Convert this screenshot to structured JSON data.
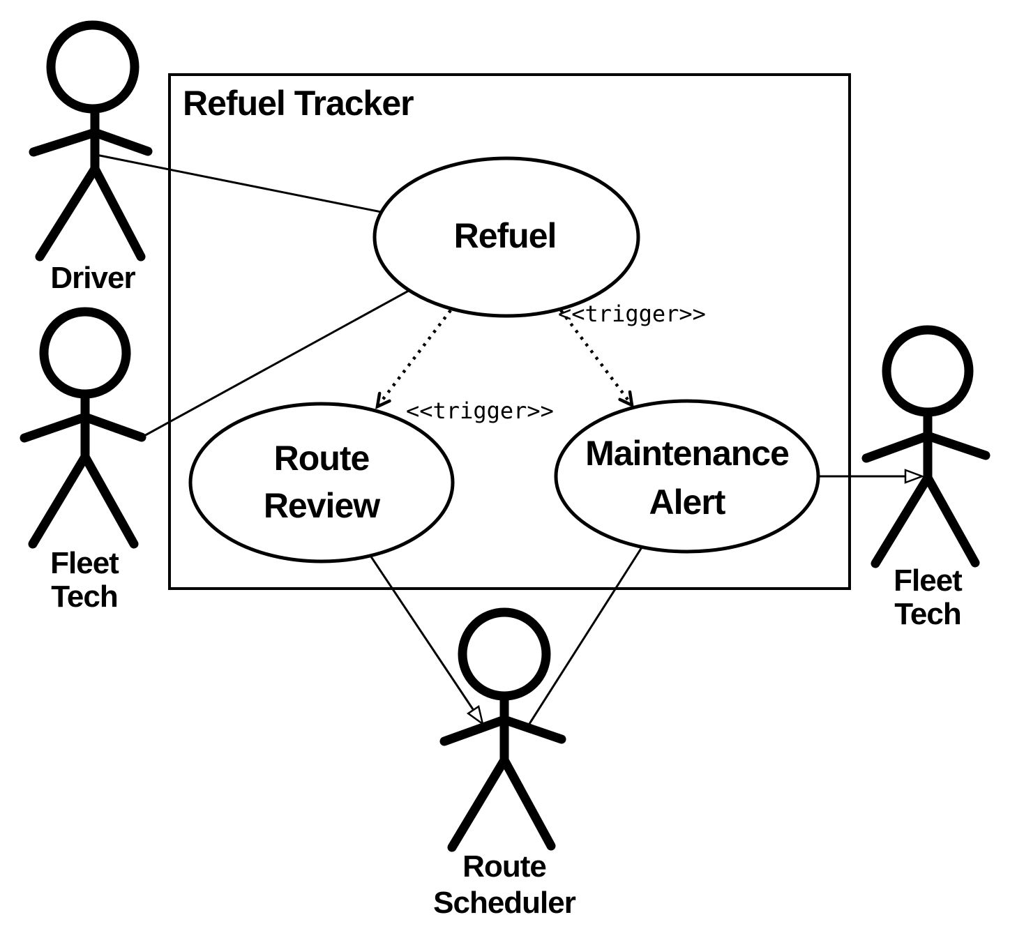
{
  "system": {
    "label": "Refuel Tracker"
  },
  "use_cases": {
    "refuel": {
      "label": "Refuel"
    },
    "route_review": {
      "line1": "Route",
      "line2": "Review"
    },
    "maintenance_alert": {
      "line1": "Maintenance",
      "line2": "Alert"
    }
  },
  "actors": {
    "driver": {
      "label": "Driver"
    },
    "fleet_tech_left": {
      "line1": "Fleet",
      "line2": "Tech"
    },
    "fleet_tech_right": {
      "line1": "Fleet",
      "line2": "Tech"
    },
    "route_scheduler": {
      "line1": "Route",
      "line2": "Scheduler"
    }
  },
  "relations": {
    "trigger_to_maintenance_alert": {
      "stereotype": "<<trigger>>"
    },
    "trigger_to_route_review": {
      "stereotype": "<<trigger>>"
    }
  },
  "colors": {
    "stroke": "#000000",
    "background": "#ffffff",
    "shape_fill": "#ffffff"
  }
}
